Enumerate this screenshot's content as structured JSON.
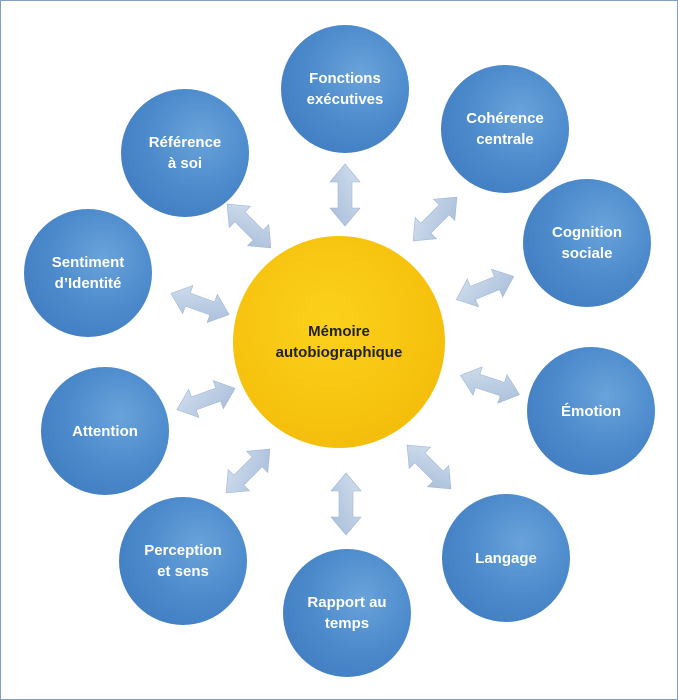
{
  "center": {
    "label": "Mémoire\nautobiographique"
  },
  "nodes": [
    {
      "label": "Fonctions\nexécutives"
    },
    {
      "label": "Cohérence\ncentrale"
    },
    {
      "label": "Cognition\nsociale"
    },
    {
      "label": "Émotion"
    },
    {
      "label": "Langage"
    },
    {
      "label": "Rapport au\ntemps"
    },
    {
      "label": "Perception\net sens"
    },
    {
      "label": "Attention"
    },
    {
      "label": "Sentiment\nd’Identité"
    },
    {
      "label": "Référence\nà soi"
    }
  ],
  "colors": {
    "node_fill": "#4d8bcd",
    "center_fill": "#f6c20e",
    "arrow_fill": "#b5c8e0",
    "frame_border": "#7f9fc6"
  }
}
